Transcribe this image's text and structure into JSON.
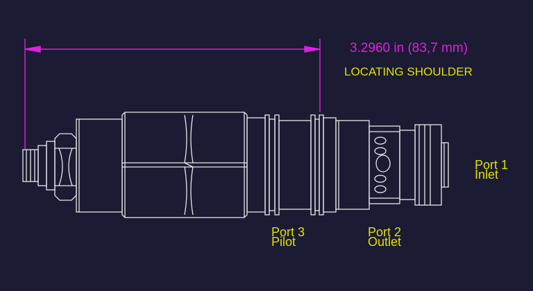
{
  "colors": {
    "background": "#1b1b33",
    "outline": "#e8e8e8",
    "dimension": "#e020e0",
    "annotation": "#e0e000"
  },
  "dimension": {
    "text": "3.2960 in (83,7 mm)",
    "note": "LOCATING SHOULDER"
  },
  "ports": [
    {
      "name": "Port 1",
      "role": "Inlet"
    },
    {
      "name": "Port 2",
      "role": "Outlet"
    },
    {
      "name": "Port 3",
      "role": "Pilot"
    }
  ]
}
